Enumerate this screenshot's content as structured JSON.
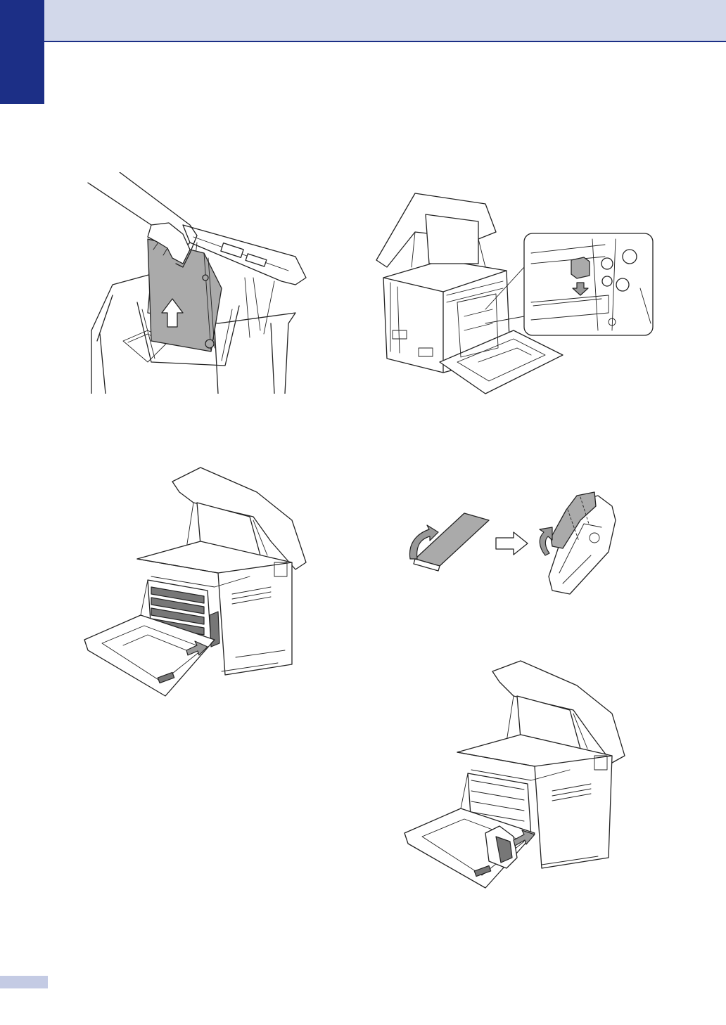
{
  "page": {
    "header_color": "#d2d8ea",
    "accent_color": "#1c2f86",
    "page_tab_color": "#c4cbe4"
  },
  "figures": [
    {
      "id": "remove-belt-unit",
      "icon": "hand-lifting-belt-unit-illustration"
    },
    {
      "id": "waste-toner-box-location",
      "icon": "printer-open-with-detail-inset-illustration"
    },
    {
      "id": "remove-toner-cartridges",
      "icon": "printer-front-cover-open-cartridges-illustration"
    },
    {
      "id": "peel-seal-attach",
      "icon": "seal-peel-and-attach-illustration"
    },
    {
      "id": "insert-waste-toner-box",
      "icon": "printer-insert-waste-box-illustration"
    }
  ]
}
